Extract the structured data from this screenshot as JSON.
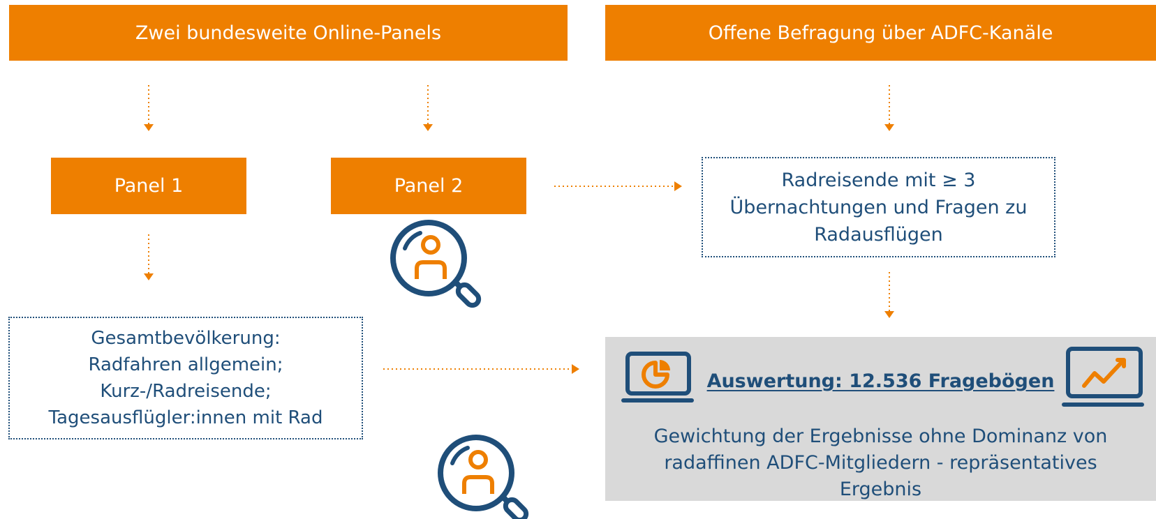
{
  "headers": {
    "left": "Zwei bundesweite Online-Panels",
    "right": "Offene Befragung über ADFC-Kanäle"
  },
  "panels": {
    "panel1": "Panel 1",
    "panel2": "Panel 2"
  },
  "right_box": {
    "line1": "Radreisende mit ≥ 3",
    "line2": "Übernachtungen und Fragen zu",
    "line3": "Radausflügen"
  },
  "left_box": {
    "title": "Gesamtbevölkerung:",
    "line1": "Radfahren allgemein;",
    "line2": "Kurz-/Radreisende;",
    "line3": "Tagesausflügler:innen mit Rad"
  },
  "result_box": {
    "heading": "Auswertung: 12.536 Fragebögen",
    "line1": "Gewichtung der Ergebnisse ohne Dominanz von",
    "line2": "radaffinen ADFC-Mitgliedern - repräsentatives",
    "line3": "Ergebnis"
  },
  "icons": [
    "search-user-icon",
    "pie-chart-laptop-icon",
    "line-chart-laptop-icon",
    "arrow-down-icon",
    "arrow-right-icon"
  ],
  "colors": {
    "orange": "#ee7f00",
    "navy": "#1f4e79",
    "grey": "#d9d9d9"
  }
}
